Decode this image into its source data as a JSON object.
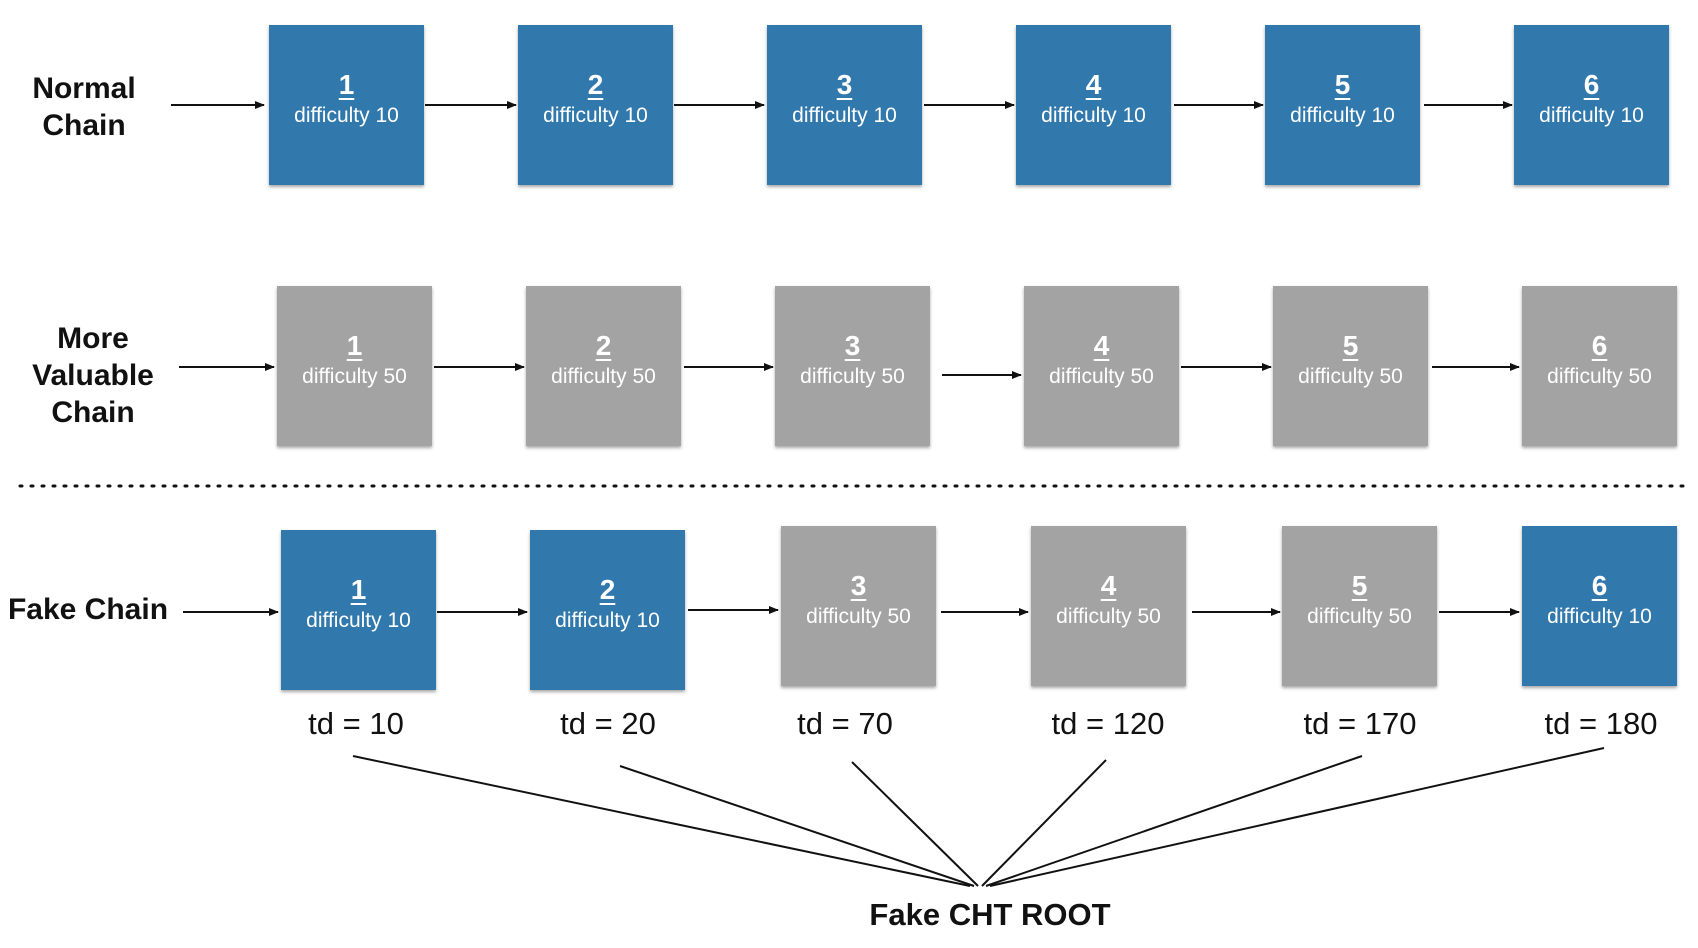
{
  "rows": [
    {
      "label_lines": [
        "Normal",
        "Chain"
      ],
      "blocks": [
        {
          "number": "1",
          "difficulty": "difficulty 10",
          "color": "blue"
        },
        {
          "number": "2",
          "difficulty": "difficulty 10",
          "color": "blue"
        },
        {
          "number": "3",
          "difficulty": "difficulty 10",
          "color": "blue"
        },
        {
          "number": "4",
          "difficulty": "difficulty 10",
          "color": "blue"
        },
        {
          "number": "5",
          "difficulty": "difficulty 10",
          "color": "blue"
        },
        {
          "number": "6",
          "difficulty": "difficulty 10",
          "color": "blue"
        }
      ]
    },
    {
      "label_lines": [
        "More",
        "Valuable",
        "Chain"
      ],
      "blocks": [
        {
          "number": "1",
          "difficulty": "difficulty 50",
          "color": "gray"
        },
        {
          "number": "2",
          "difficulty": "difficulty 50",
          "color": "gray"
        },
        {
          "number": "3",
          "difficulty": "difficulty 50",
          "color": "gray"
        },
        {
          "number": "4",
          "difficulty": "difficulty 50",
          "color": "gray"
        },
        {
          "number": "5",
          "difficulty": "difficulty 50",
          "color": "gray"
        },
        {
          "number": "6",
          "difficulty": "difficulty 50",
          "color": "gray"
        }
      ]
    },
    {
      "label_lines": [
        "Fake Chain"
      ],
      "blocks": [
        {
          "number": "1",
          "difficulty": "difficulty 10",
          "color": "blue",
          "td": "td = 10"
        },
        {
          "number": "2",
          "difficulty": "difficulty 10",
          "color": "blue",
          "td": "td = 20"
        },
        {
          "number": "3",
          "difficulty": "difficulty 50",
          "color": "gray",
          "td": "td = 70"
        },
        {
          "number": "4",
          "difficulty": "difficulty 50",
          "color": "gray",
          "td": "td = 120"
        },
        {
          "number": "5",
          "difficulty": "difficulty 50",
          "color": "gray",
          "td": "td = 170"
        },
        {
          "number": "6",
          "difficulty": "difficulty 10",
          "color": "blue",
          "td": "td = 180"
        }
      ]
    }
  ],
  "root_label": "Fake CHT ROOT",
  "colors": {
    "blue": "#3179ad",
    "gray": "#a3a3a3",
    "ink": "#111111"
  }
}
